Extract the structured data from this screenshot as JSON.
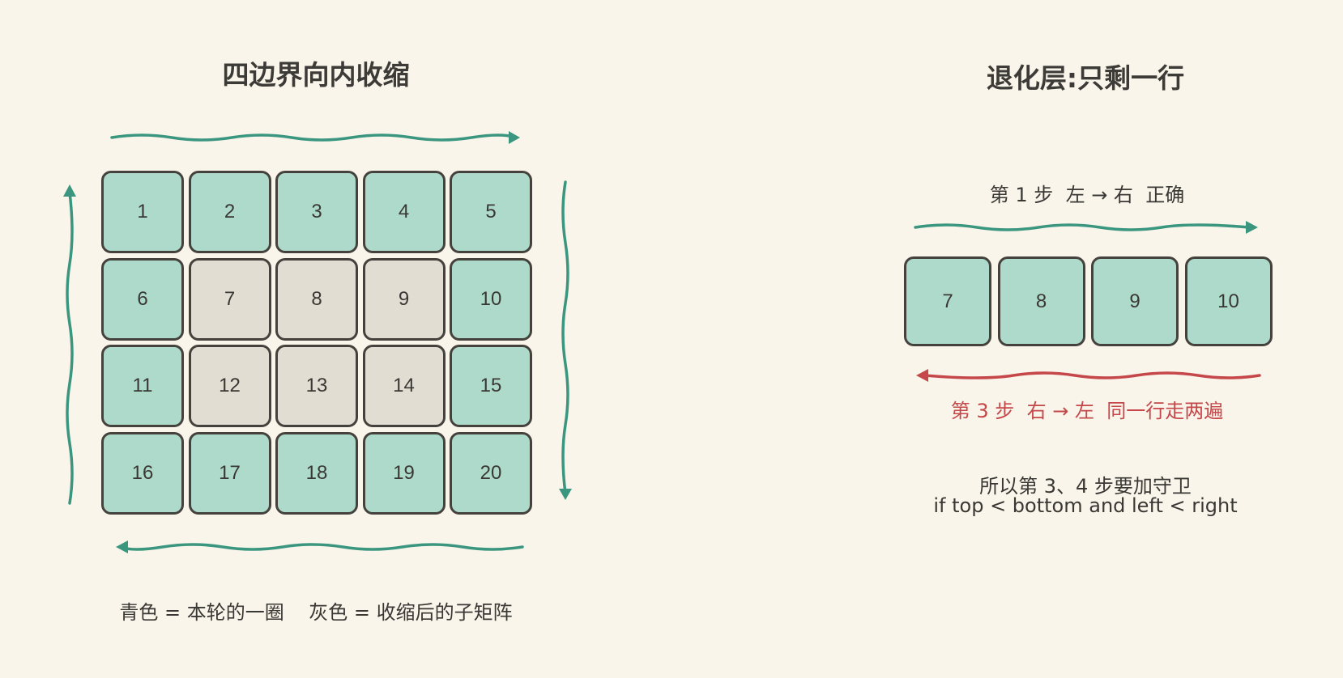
{
  "left": {
    "title": "四边界向内收缩",
    "legend": "青色 = 本轮的一圈    灰色 = 收缩后的子矩阵",
    "rows": [
      [
        {
          "n": "1",
          "ring": true
        },
        {
          "n": "2",
          "ring": true
        },
        {
          "n": "3",
          "ring": true
        },
        {
          "n": "4",
          "ring": true
        },
        {
          "n": "5",
          "ring": true
        }
      ],
      [
        {
          "n": "6",
          "ring": true
        },
        {
          "n": "7",
          "ring": false
        },
        {
          "n": "8",
          "ring": false
        },
        {
          "n": "9",
          "ring": false
        },
        {
          "n": "10",
          "ring": true
        }
      ],
      [
        {
          "n": "11",
          "ring": true
        },
        {
          "n": "12",
          "ring": false
        },
        {
          "n": "13",
          "ring": false
        },
        {
          "n": "14",
          "ring": false
        },
        {
          "n": "15",
          "ring": true
        }
      ],
      [
        {
          "n": "16",
          "ring": true
        },
        {
          "n": "17",
          "ring": true
        },
        {
          "n": "18",
          "ring": true
        },
        {
          "n": "19",
          "ring": true
        },
        {
          "n": "20",
          "ring": true
        }
      ]
    ]
  },
  "right": {
    "title": "退化层:只剩一行",
    "step1": "第 1 步  左 → 右  正确",
    "cells": [
      "7",
      "8",
      "9",
      "10"
    ],
    "step3": "第 3 步  右 → 左  同一行走两遍",
    "note_line1": "所以第 3、4 步要加守卫",
    "note_line2": "if top < bottom and left < right"
  },
  "colors": {
    "background": "#f9f5ea",
    "ring_cell": "#addacb",
    "inner_cell": "#e1ddd2",
    "cell_border": "#45423e",
    "arrow_teal": "#3b9680",
    "arrow_red": "#c5474a"
  }
}
